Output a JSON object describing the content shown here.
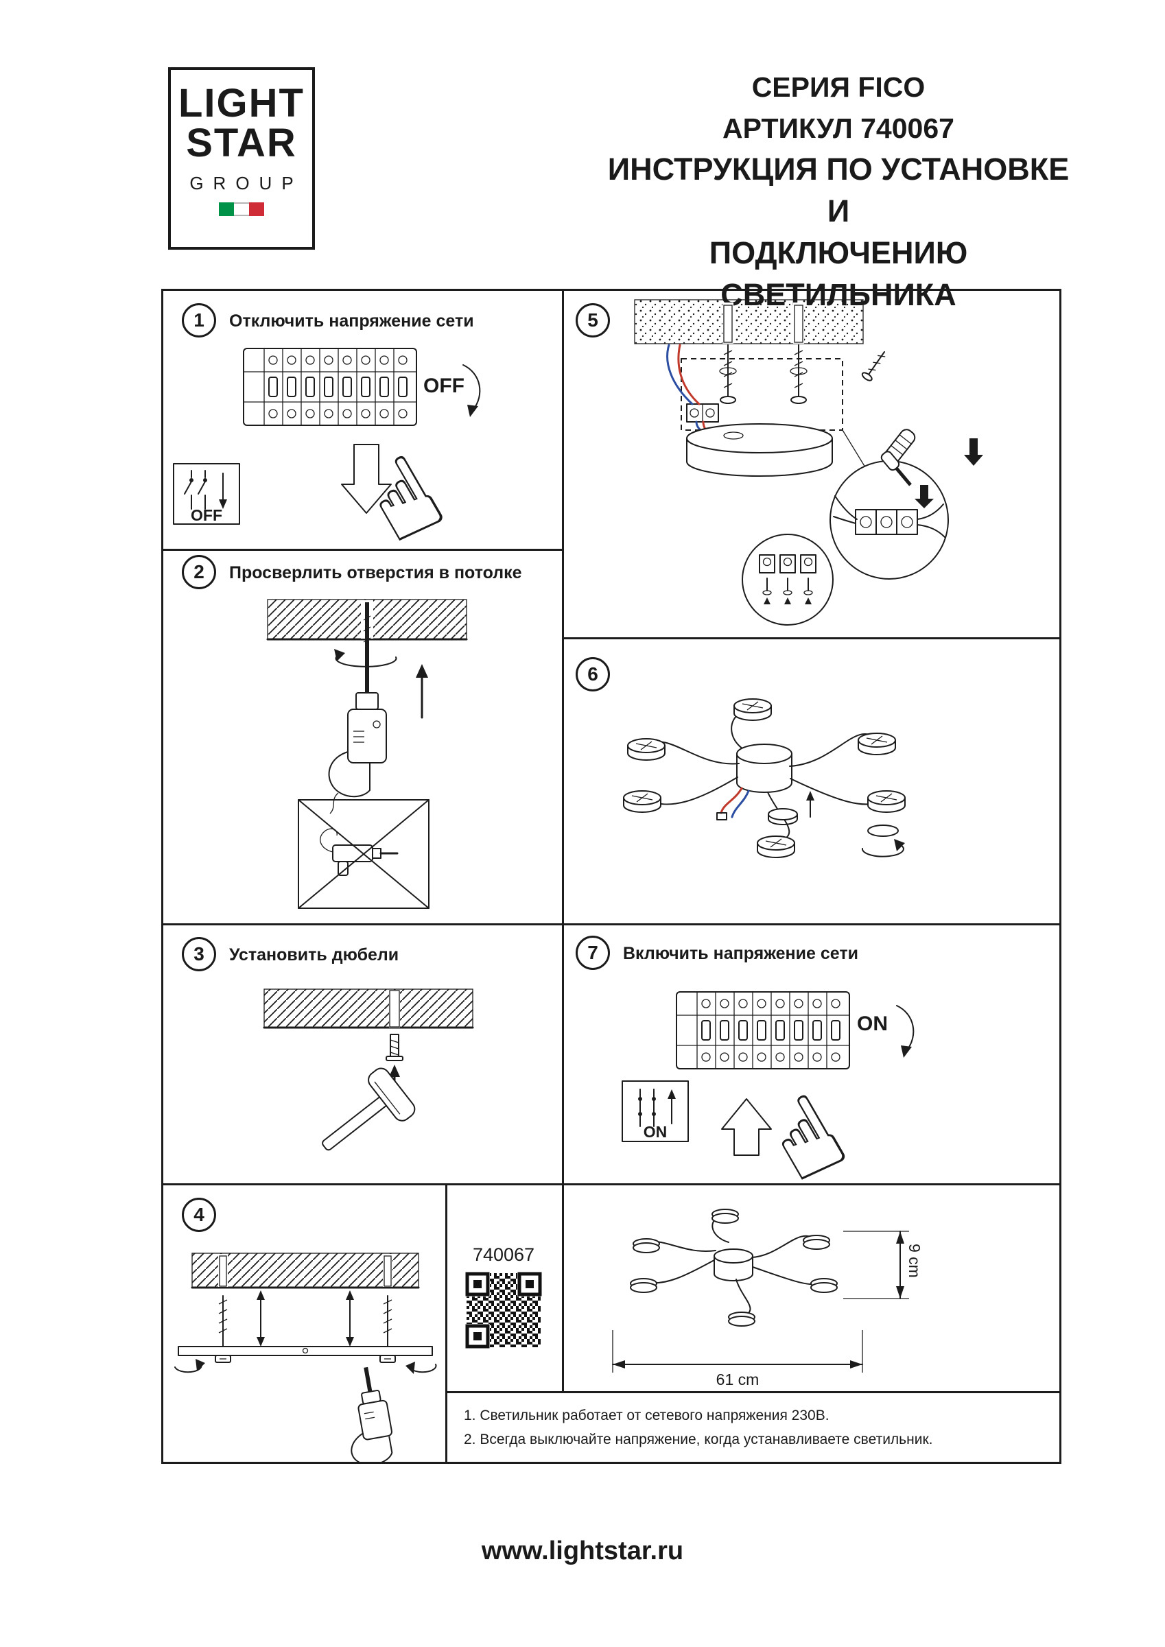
{
  "logo": {
    "line1": "LIGHT",
    "line2": "STAR",
    "line3": "GROUP"
  },
  "header": {
    "series": "СЕРИЯ FICO",
    "article": "АРТИКУЛ 740067",
    "title1": "ИНСТРУКЦИЯ ПО УСТАНОВКЕ И",
    "title2": "ПОДКЛЮЧЕНИЮ СВЕТИЛЬНИКА"
  },
  "steps": [
    {
      "num": "1",
      "label": "Отключить напряжение сети"
    },
    {
      "num": "2",
      "label": "Просверлить отверстия в потолке"
    },
    {
      "num": "3",
      "label": "Установить дюбели"
    },
    {
      "num": "4",
      "label": ""
    },
    {
      "num": "5",
      "label": ""
    },
    {
      "num": "6",
      "label": ""
    },
    {
      "num": "7",
      "label": "Включить напряжение сети"
    }
  ],
  "switch": {
    "off": "OFF",
    "on": "ON"
  },
  "product": {
    "article": "740067",
    "width": "61 cm",
    "height": "9 cm"
  },
  "notes": [
    "1. Светильник работает от сетевого напряжения 230В.",
    "2. Всегда выключайте напряжение, когда устанавливаете светильник."
  ],
  "footer": {
    "url": "www.lightstar.ru"
  }
}
